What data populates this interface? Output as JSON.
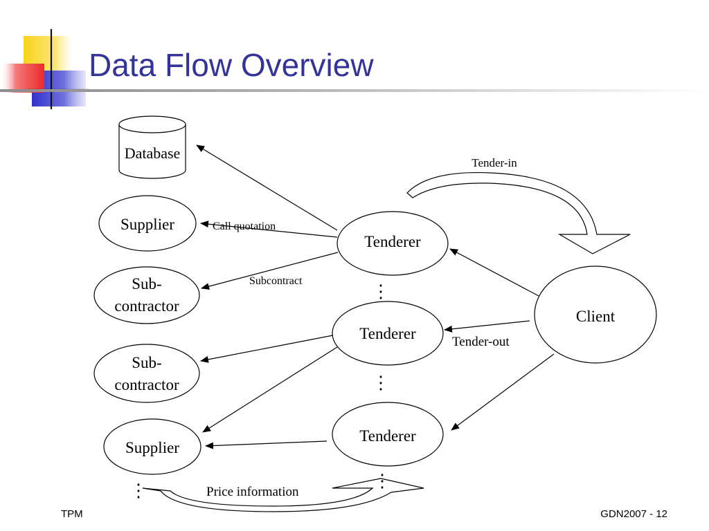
{
  "slide": {
    "title": "Data Flow Overview",
    "footer_left": "TPM",
    "footer_right": "GDN2007  - 12"
  },
  "diagram": {
    "nodes": {
      "database": "Database",
      "supplier_top": "Supplier",
      "subcontractor_1_line1": "Sub-",
      "subcontractor_1_line2": "contractor",
      "subcontractor_2_line1": "Sub-",
      "subcontractor_2_line2": "contractor",
      "supplier_bottom": "Supplier",
      "tenderer_1": "Tenderer",
      "tenderer_2": "Tenderer",
      "tenderer_3": "Tenderer",
      "client": "Client"
    },
    "edge_labels": {
      "tender_in": "Tender-in",
      "call_quotation": "Call quotation",
      "subcontract": "Subcontract",
      "tender_out": "Tender-out",
      "price_information": "Price information"
    },
    "continuation_marks": [
      "⋮",
      "⋮",
      "⋮",
      "⋮"
    ]
  }
}
